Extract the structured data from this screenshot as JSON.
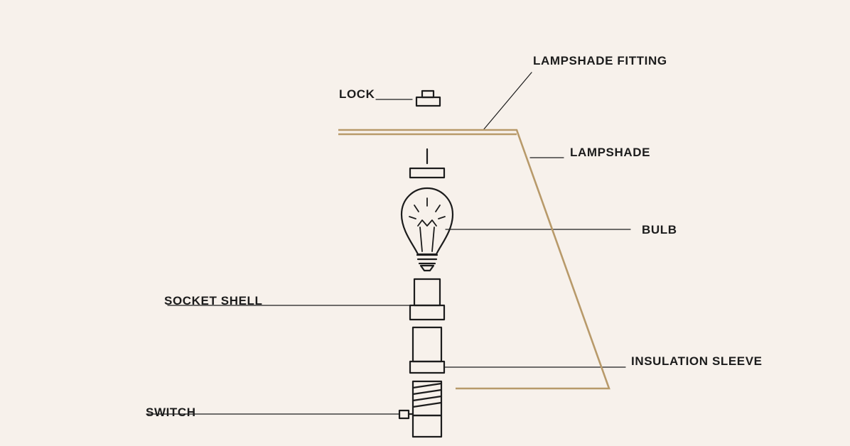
{
  "colors": {
    "background": "#f7f1eb",
    "line": "#1c1c1c",
    "lampshade": "#b89a6a"
  },
  "labels": {
    "lampshade_fitting": "LAMPSHADE FITTING",
    "lock": "LOCK",
    "lampshade": "LAMPSHADE",
    "bulb": "BULB",
    "socket_shell": "SOCKET SHELL",
    "insulation_sleeve": "INSULATION SLEEVE",
    "switch": "SWITCH"
  }
}
